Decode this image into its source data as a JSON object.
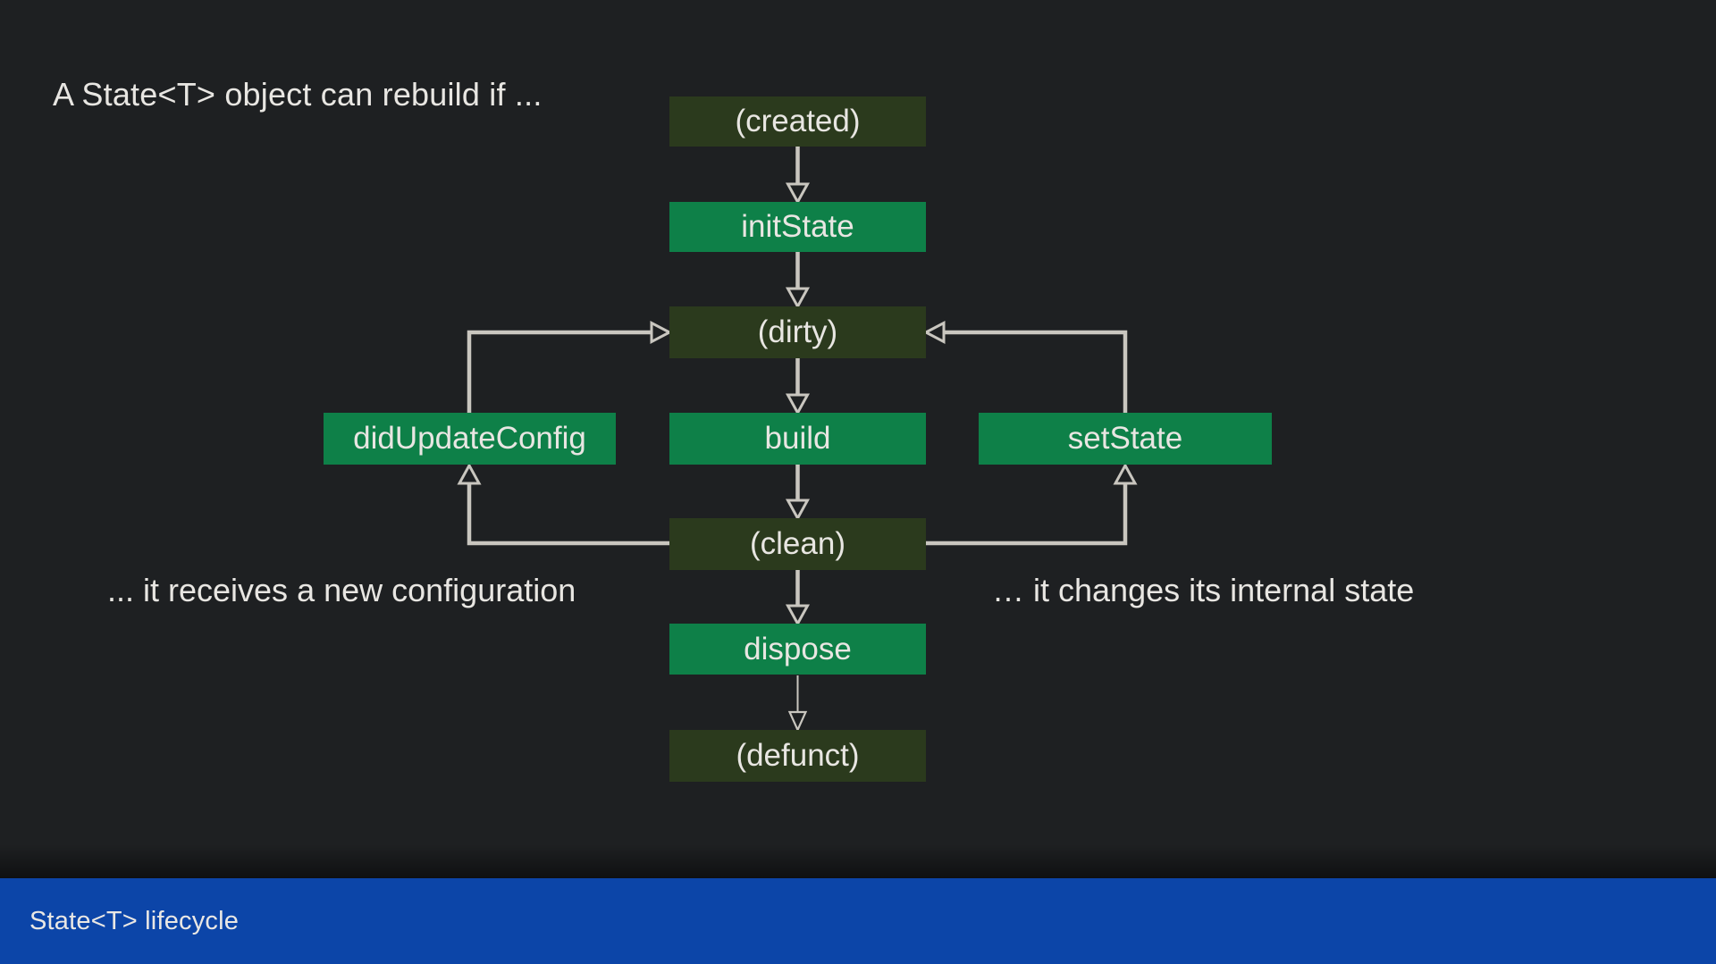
{
  "slide": {
    "title": "A State<T> object can rebuild if ...",
    "caption_left": "... it receives a new configuration",
    "caption_right": "… it changes its internal state",
    "footer": "State<T> lifecycle"
  },
  "diagram": {
    "nodes": [
      {
        "id": "created",
        "label": "(created)",
        "kind": "state"
      },
      {
        "id": "initState",
        "label": "initState",
        "kind": "method"
      },
      {
        "id": "dirty",
        "label": "(dirty)",
        "kind": "state"
      },
      {
        "id": "build",
        "label": "build",
        "kind": "method"
      },
      {
        "id": "didUpdateConfig",
        "label": "didUpdateConfig",
        "kind": "method"
      },
      {
        "id": "setState",
        "label": "setState",
        "kind": "method"
      },
      {
        "id": "clean",
        "label": "(clean)",
        "kind": "state"
      },
      {
        "id": "dispose",
        "label": "dispose",
        "kind": "method"
      },
      {
        "id": "defunct",
        "label": "(defunct)",
        "kind": "state"
      }
    ],
    "edges": [
      {
        "from": "created",
        "to": "initState"
      },
      {
        "from": "initState",
        "to": "dirty"
      },
      {
        "from": "dirty",
        "to": "build"
      },
      {
        "from": "build",
        "to": "clean"
      },
      {
        "from": "clean",
        "to": "dispose"
      },
      {
        "from": "dispose",
        "to": "defunct"
      },
      {
        "from": "clean",
        "to": "didUpdateConfig"
      },
      {
        "from": "didUpdateConfig",
        "to": "dirty"
      },
      {
        "from": "clean",
        "to": "setState"
      },
      {
        "from": "setState",
        "to": "dirty"
      }
    ]
  },
  "colors": {
    "background": "#1e2022",
    "state_box": "#2b3a1d",
    "method_box": "#0e8048",
    "arrow": "#c9c6bf",
    "text": "#e8e6e2",
    "footer_bg": "#0c45a8",
    "footer_text": "#e9e7e4"
  }
}
